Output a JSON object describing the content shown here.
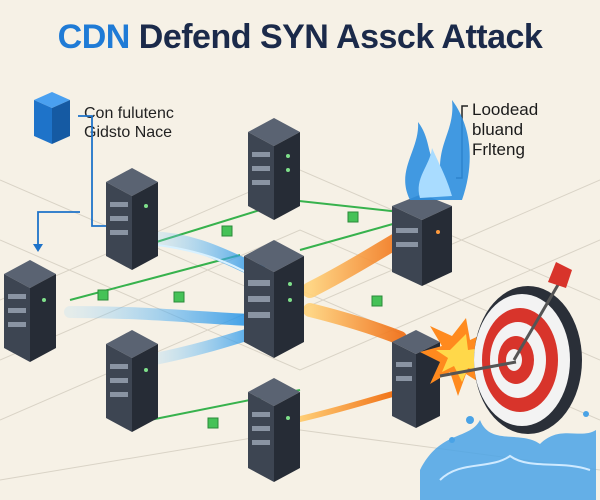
{
  "title": {
    "part1": "CDN",
    "part2": "Defend SYN Assck Attack"
  },
  "legend_left": {
    "line1": "Con fulutenc",
    "line2": "Gidsto Nace"
  },
  "legend_right": {
    "line1": "Loodead",
    "line2": "bluand",
    "line3": "Frlteng"
  },
  "colors": {
    "server": "#3d4552",
    "server_dark": "#262c36",
    "legit_flow": "#3aa8ee",
    "attack_flow": "#f18a1f",
    "link": "#37b24d",
    "cube": "#1e73c9",
    "flame": "#2e8fe0",
    "target_red": "#d8342b",
    "water": "#4aa3e6"
  },
  "icons": {
    "cube": "cube-icon",
    "flame": "flame-icon",
    "target": "target-icon",
    "arrow": "arrow-icon",
    "explosion": "explosion-icon",
    "splash": "water-splash-icon"
  }
}
